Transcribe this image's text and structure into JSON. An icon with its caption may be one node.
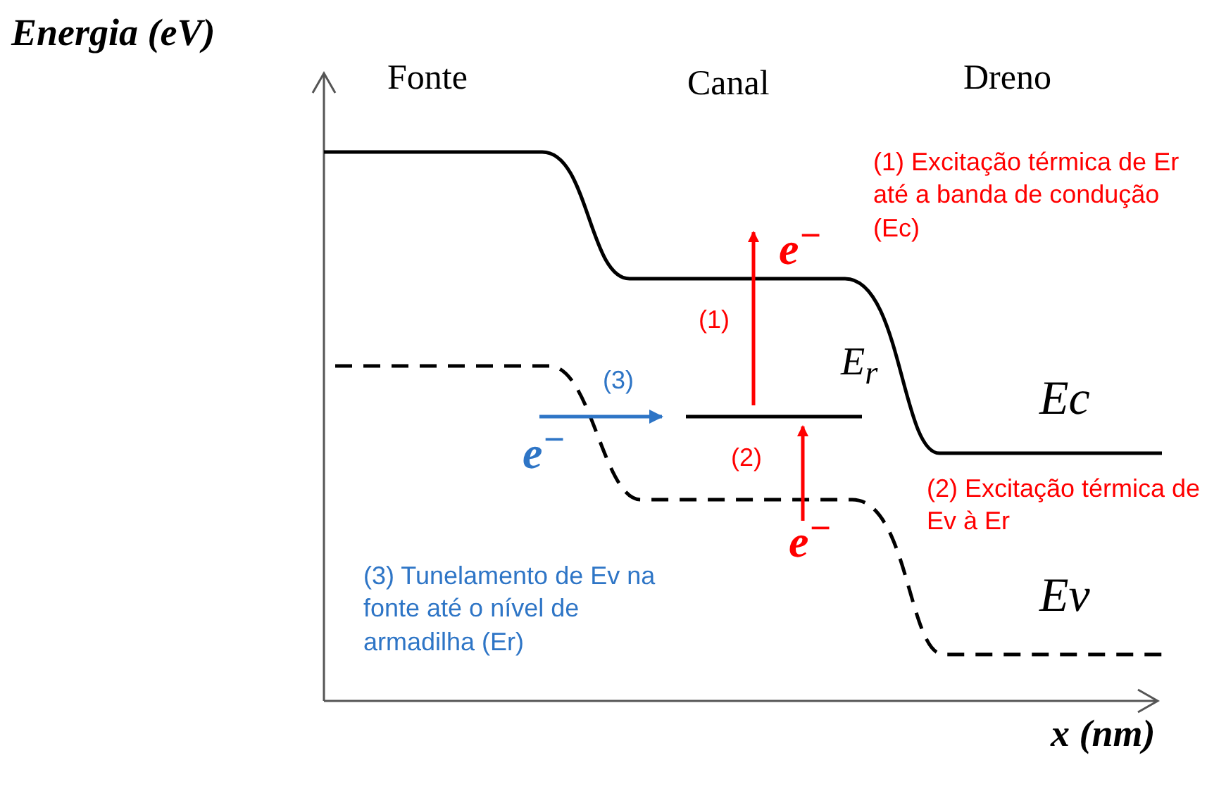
{
  "diagram": {
    "labels": [
      "Energia (eV)",
      "Fonte",
      "Canal",
      "Dreno",
      "(1) Excitação térmica de Er até a banda de condução (Ec)",
      "e$^{−}$",
      "(1)",
      "E$_{r}$",
      "(3)",
      "Ec",
      "e$^{−}$",
      "(2)",
      "(2) Excitação térmica de Ev à Er",
      "e$^{−}$",
      "(3) Tunelamento de Ev na fonte até o nível de armadilha (Er)",
      "Ev",
      "x (nm)"
    ]
  }
}
